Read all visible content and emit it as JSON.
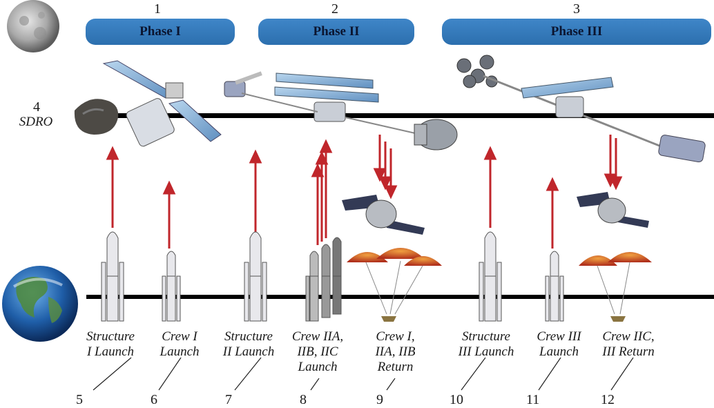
{
  "phases": [
    {
      "number": "1",
      "label": "Phase I"
    },
    {
      "number": "2",
      "label": "Phase II"
    },
    {
      "number": "3",
      "label": "Phase  III"
    }
  ],
  "orbit": {
    "number": "4",
    "label": "SDRO"
  },
  "events": [
    {
      "number": "5",
      "line1": "Structure",
      "line2": "I Launch",
      "line3": ""
    },
    {
      "number": "6",
      "line1": "Crew I",
      "line2": "Launch",
      "line3": ""
    },
    {
      "number": "7",
      "line1": "Structure",
      "line2": "II Launch",
      "line3": ""
    },
    {
      "number": "8",
      "line1": "Crew IIA,",
      "line2": "IIB, IIC",
      "line3": "Launch"
    },
    {
      "number": "9",
      "line1": "Crew I,",
      "line2": "IIA, IIB",
      "line3": "Return"
    },
    {
      "number": "10",
      "line1": "Structure",
      "line2": "III Launch",
      "line3": ""
    },
    {
      "number": "11",
      "line1": "Crew III",
      "line2": "Launch",
      "line3": ""
    },
    {
      "number": "12",
      "line1": "Crew IIC,",
      "line2": "III Return",
      "line3": ""
    }
  ],
  "colors": {
    "arrow": "#c0262b",
    "phase": "#3278bb",
    "line": "#000000"
  }
}
